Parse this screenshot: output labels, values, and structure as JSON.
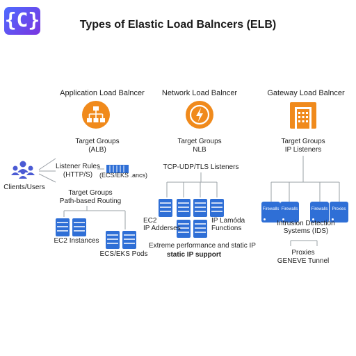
{
  "logo": {
    "text": "{C}"
  },
  "title": "Types of Elastic Load Balncers (ELB)",
  "colors": {
    "orange": "#f08a1c",
    "blue": "#2f6fd6",
    "user": "#4b5bd4",
    "line": "#9aa0a6"
  },
  "alb": {
    "header": "Application Load Balncer",
    "icon": "hierarchy-icon",
    "target_groups": "Target Groups",
    "target_groups_sub": "(ALB)",
    "listener_rules": "Listener Rules",
    "listener_rules_sub": "(HTTP/S)",
    "ecs_tag": "(ECS/EKS .ancs)",
    "routing": "Target Groups",
    "routing_sub": "Path-based Routing",
    "ec2": "EC2 Instances",
    "pods": "ECS/EKS Pods"
  },
  "clients": {
    "label": "Clients/Users",
    "icon": "users-icon"
  },
  "nlb": {
    "header": "Network Load Balncer",
    "icon": "lightning-icon",
    "target_groups": "Target Groups",
    "target_groups_sub": "NLB",
    "listeners": "TCP-UDP/TLS Listeners",
    "ec2": "EC2",
    "ip_addresses": "IP Adderses",
    "ip_lambda": "IP Lamóda",
    "functions": "Functions",
    "perf": "Extreme performance and static IP",
    "static_ip": "static IP support"
  },
  "gwlb": {
    "header": "Gateway Load Balncer",
    "icon": "gateway-icon",
    "target_groups": "Target Groups",
    "target_groups_sub": "IP Listeners",
    "appliances": [
      "Firewalls",
      "Firewalls",
      "Firewalls",
      "Proxies"
    ],
    "ids": "Intrusion Detection",
    "ids_sub": "Systems (IDS)",
    "proxies": "Proxies",
    "geneve": "GENEVE Tunnel"
  }
}
